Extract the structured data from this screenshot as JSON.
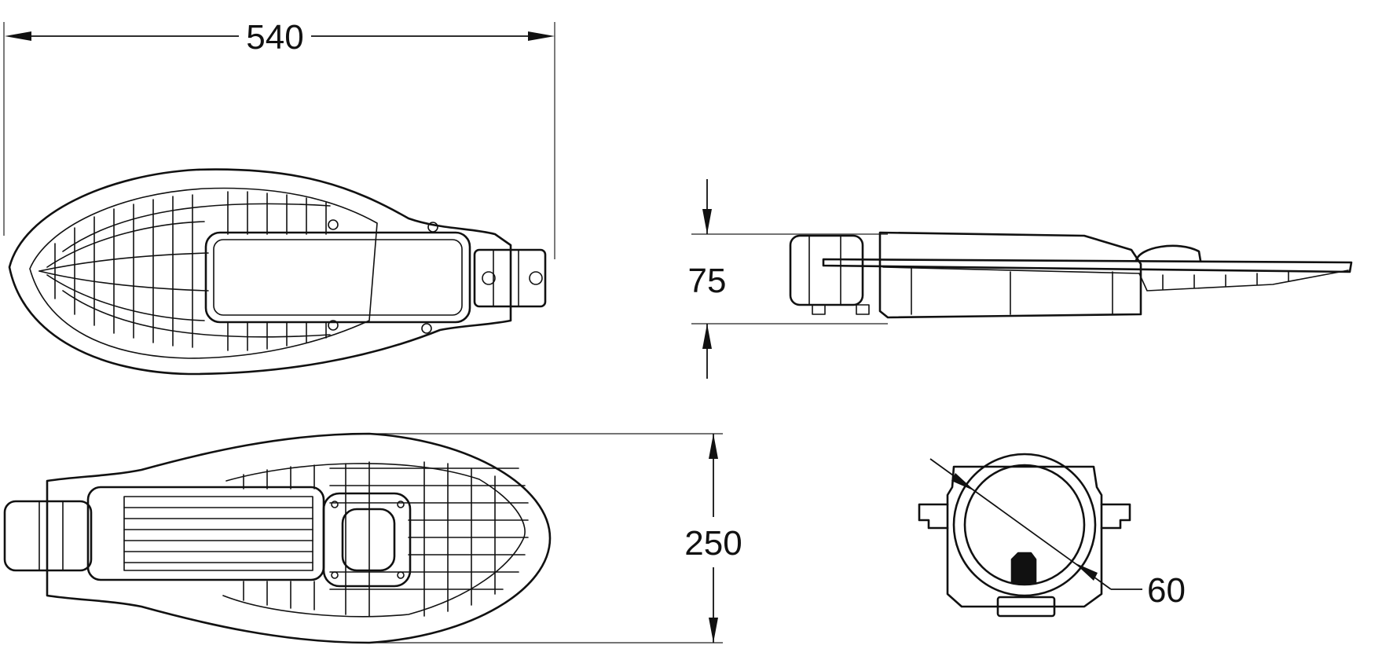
{
  "drawing": {
    "dimensions": {
      "length": "540",
      "height": "75",
      "width": "250",
      "diameter": "60"
    }
  }
}
